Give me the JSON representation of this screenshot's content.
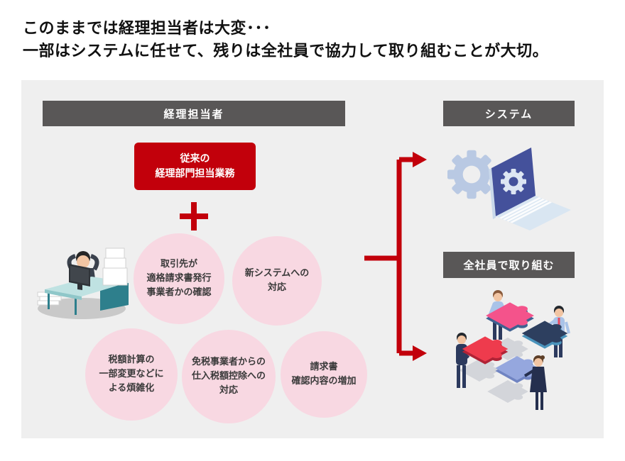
{
  "title": {
    "line1": "このままでは経理担当者は大変･･･",
    "line2": "一部はシステムに任せて、残りは全社員で協力して取り組むことが大切。"
  },
  "left_section": {
    "header": "経理担当者",
    "legacy_box": {
      "line1": "従来の",
      "line2": "経理部門担当業務"
    },
    "tasks": [
      {
        "lines": [
          "取引先が",
          "適格請求書発行",
          "事業者かの確認"
        ]
      },
      {
        "lines": [
          "新システムへの",
          "対応"
        ]
      },
      {
        "lines": [
          "税額計算の",
          "一部変更などに",
          "よる煩雑化"
        ]
      },
      {
        "lines": [
          "免税事業者からの",
          "仕入税額控除への",
          "対応"
        ]
      },
      {
        "lines": [
          "請求書",
          "確認内容の増加"
        ]
      }
    ]
  },
  "right_section": {
    "system_header": "システム",
    "team_header": "全社員で取り組む"
  },
  "icons": {
    "plus": "plus-icon",
    "arrows": "branch-arrows-icon",
    "worker": "stressed-accountant-illustration",
    "system": "laptop-gears-illustration",
    "team": "teamwork-puzzle-illustration"
  },
  "colors": {
    "accent_red": "#c2000b",
    "header_gray": "#595757",
    "circle_pink": "#f8d8e2",
    "panel_bg": "#efefef",
    "text_dark": "#111111"
  }
}
